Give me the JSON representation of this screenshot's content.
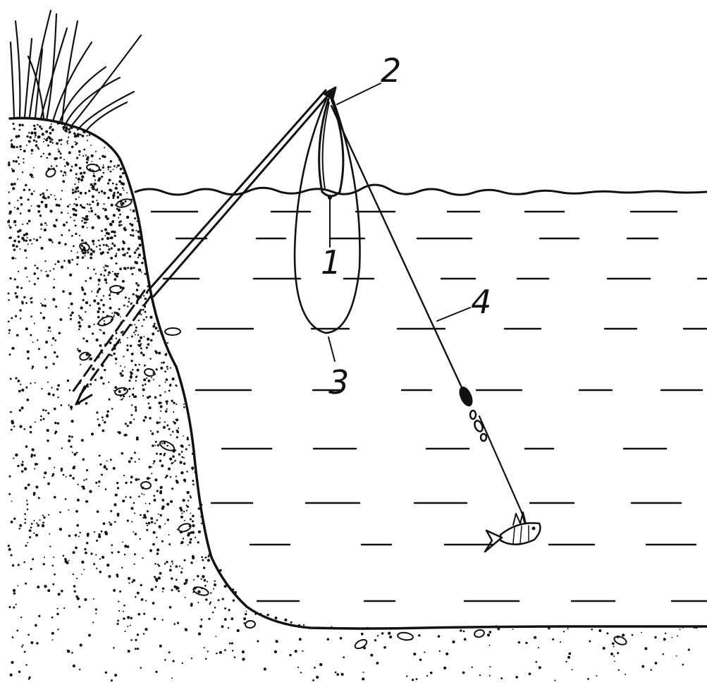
{
  "callouts": [
    {
      "id": "1",
      "label": "1"
    },
    {
      "id": "2",
      "label": "2"
    },
    {
      "id": "3",
      "label": "3"
    },
    {
      "id": "4",
      "label": "4"
    }
  ],
  "palette": {
    "ink": "#111111",
    "background": "#ffffff"
  }
}
